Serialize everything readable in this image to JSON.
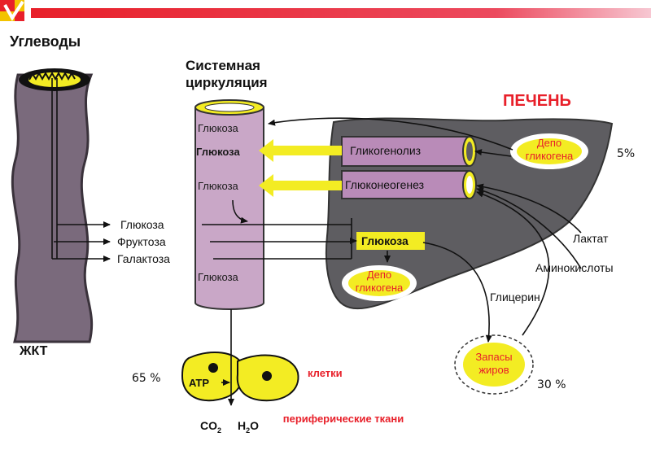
{
  "labels": {
    "carbs": "Углеводы",
    "systemic_line1": "Системная",
    "systemic_line2": "циркуляция",
    "liver": "ПЕЧЕНЬ",
    "gi_tract": "ЖКТ",
    "glucose": "Глюкоза",
    "fructose": "Фруктоза",
    "galactose": "Галактоза",
    "glycogenolysis": "Гликогенолиз",
    "gluconeogenesis": "Глюконеогенез",
    "glycogen_depot": "Депо гликогена",
    "lactate": "Лактат",
    "amino_acids": "Аминокислоты",
    "glycerol": "Глицерин",
    "fat_stores": "Запасы жиров",
    "cells": "клетки",
    "peripheral_tissues": "периферические ткани",
    "atp": "ATP",
    "co2": "CO",
    "co2_sub": "2",
    "h2o_h": "H",
    "h2o_sub": "2",
    "h2o_o": "O"
  },
  "percentages": {
    "liver_depot": "5%",
    "cells": "65 %",
    "fat": "30 %"
  },
  "colors": {
    "header_bar": "#e8202a",
    "tube_fill": "#c9a7c7",
    "glycogen_tube": "#b98bb8",
    "liver_fill": "#5e5d61",
    "yellow": "#f3ec23",
    "red_text": "#e8202a"
  }
}
